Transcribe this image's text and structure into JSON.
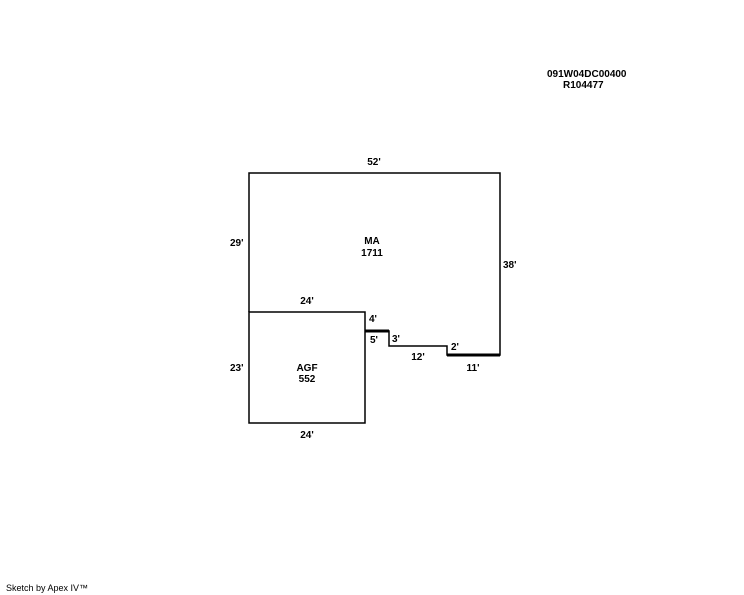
{
  "header": {
    "parcel_number": "091W04DC00400",
    "record_number": "R104477"
  },
  "areas": [
    {
      "code": "MA",
      "sqft": "1711"
    },
    {
      "code": "AGF",
      "sqft": "552"
    }
  ],
  "dimensions": {
    "top": "52'",
    "left_upper": "29'",
    "right": "38'",
    "agf_top": "24'",
    "agf_left": "23'",
    "agf_bottom": "24'",
    "step_4": "4'",
    "step_5": "5'",
    "step_3": "3'",
    "step_12": "12'",
    "step_2": "2'",
    "step_11": "11'"
  },
  "footer": {
    "credit": "Sketch by Apex IV™"
  }
}
